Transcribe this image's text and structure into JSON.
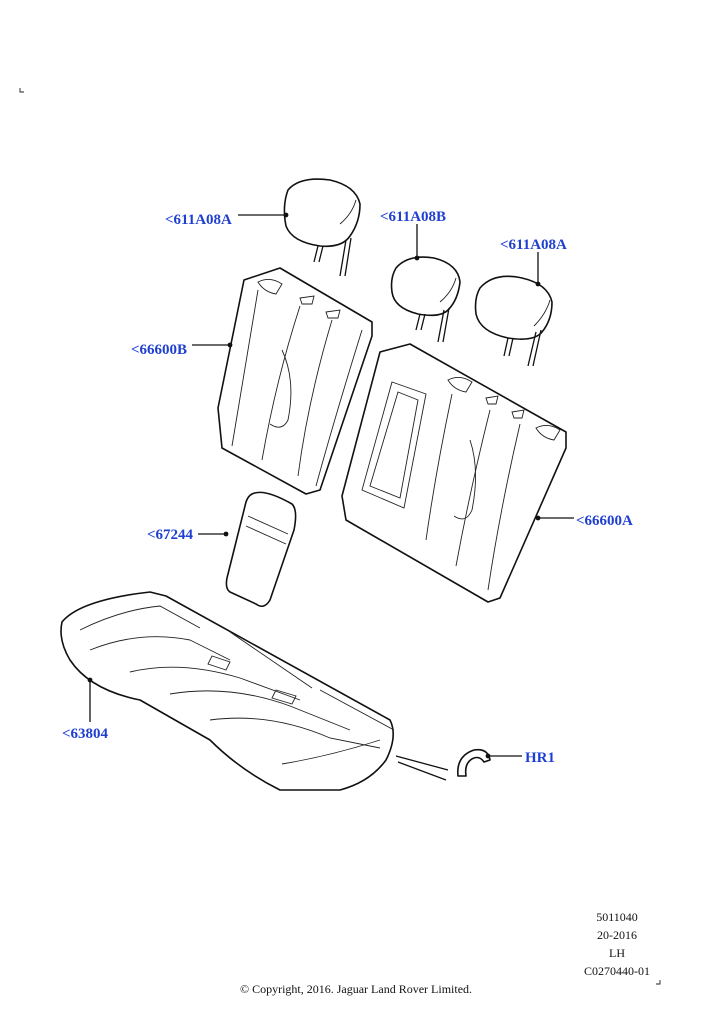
{
  "callouts": {
    "headrest_a1": "<611A08A",
    "headrest_b": "<611A08B",
    "headrest_a2": "<611A08A",
    "backrest_b": "<66600B",
    "backrest_a": "<66600A",
    "armrest": "<67244",
    "cushion": "<63804",
    "hook": "HR1"
  },
  "meta": {
    "line1": "5011040",
    "line2": "20-2016",
    "line3": "LH",
    "line4": "C0270440-01"
  },
  "copyright": "© Copyright, 2016. Jaguar Land Rover Limited.",
  "colors": {
    "callout": "#1f3fd1",
    "lines": "#111111"
  }
}
